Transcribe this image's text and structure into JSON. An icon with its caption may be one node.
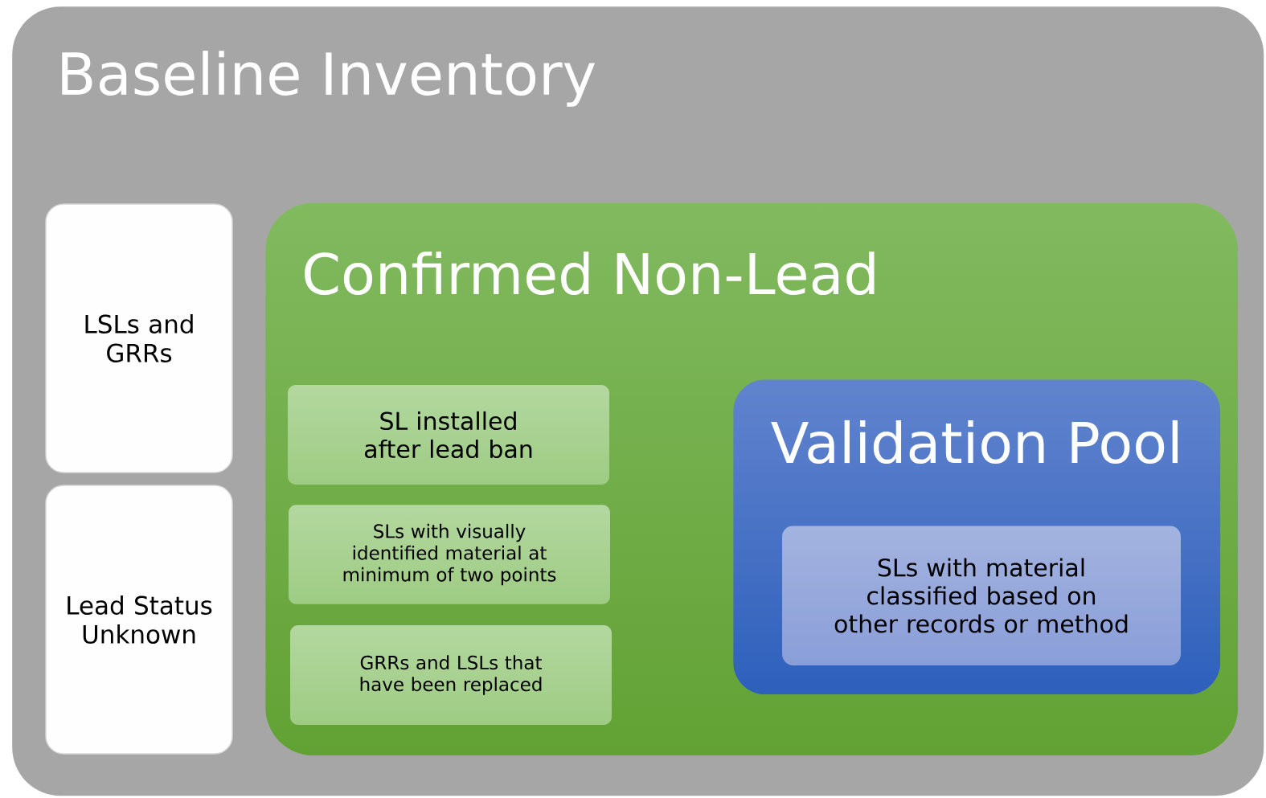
{
  "diagram": {
    "nodes": [
      {
        "text": [
          "Baseline Inventory"
        ]
      },
      {
        "text": [
          "LSLs and GRRs"
        ],
        "in": 0
      },
      {
        "text": [
          "Lead Status Unknown"
        ],
        "in": 0
      },
      {
        "text": [
          "Confirmed Non-Lead"
        ],
        "in": 0
      },
      {
        "text": [
          "SL installed after lead ban"
        ],
        "in": 3
      },
      {
        "text": [
          "SLs with visually identified material at minimum of two points"
        ],
        "in": 3
      },
      {
        "text": [
          "GRRs and LSLs that have been replaced"
        ],
        "in": 3
      },
      {
        "text": [
          "Validation Pool"
        ],
        "in": 3
      },
      {
        "text": [
          "SLs with material classified based on other records or method"
        ],
        "in": 7
      }
    ]
  }
}
